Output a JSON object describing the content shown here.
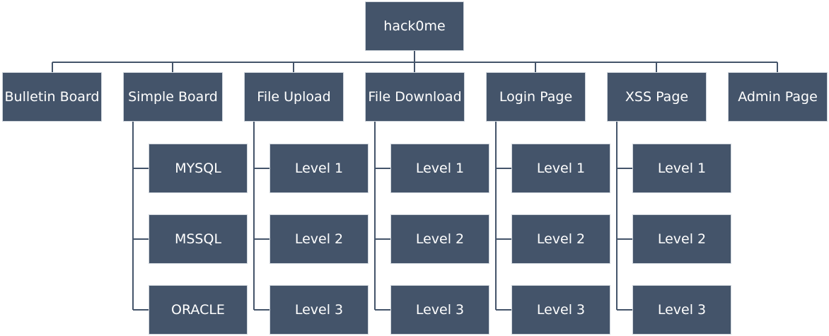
{
  "root": {
    "label": "hack0me"
  },
  "branches": [
    {
      "label": "Bulletin Board",
      "children": []
    },
    {
      "label": "Simple Board",
      "children": [
        "MYSQL",
        "MSSQL",
        "ORACLE"
      ]
    },
    {
      "label": "File Upload",
      "children": [
        "Level 1",
        "Level 2",
        "Level 3"
      ]
    },
    {
      "label": "File Download",
      "children": [
        "Level 1",
        "Level 2",
        "Level 3"
      ]
    },
    {
      "label": "Login Page",
      "children": [
        "Level 1",
        "Level 2",
        "Level 3"
      ]
    },
    {
      "label": "XSS Page",
      "children": [
        "Level 1",
        "Level 2",
        "Level 3"
      ]
    },
    {
      "label": "Admin Page",
      "children": []
    }
  ],
  "colors": {
    "node_fill": "#44546a",
    "node_border": "#cfd5dc",
    "node_text": "#ffffff",
    "connector": "#44546a"
  }
}
